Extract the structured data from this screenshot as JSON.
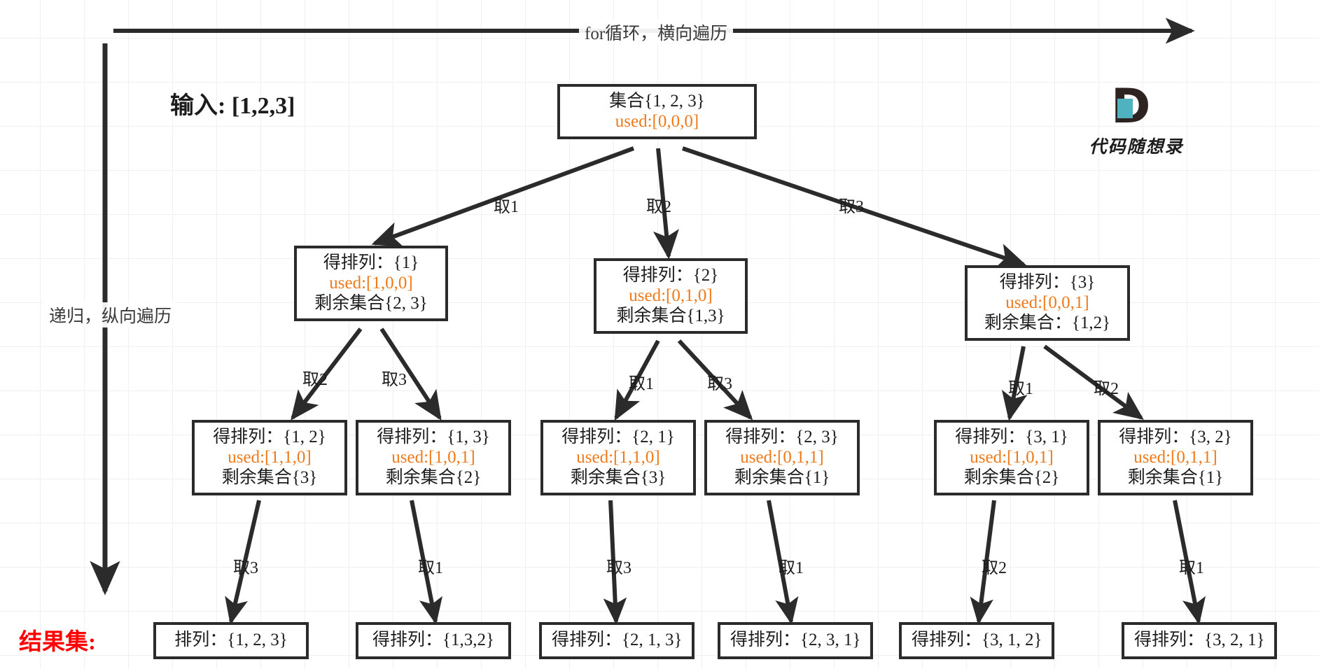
{
  "axes": {
    "horizontal_label": "for循环，横向遍历",
    "vertical_label": "递归，纵向遍历"
  },
  "input_label": "输入: [1,2,3]",
  "result_label": "结果集:",
  "logo": {
    "mark_letter": "D",
    "caption": "代码随想录"
  },
  "nodes": {
    "root": {
      "line1": "集合{1, 2, 3}",
      "used": "used:[0,0,0]",
      "line3": ""
    },
    "l2": [
      {
        "line1": "得排列：{1}",
        "used": "used:[1,0,0]",
        "line3": "剩余集合{2, 3}"
      },
      {
        "line1": "得排列：{2}",
        "used": "used:[0,1,0]",
        "line3": "剩余集合{1,3}"
      },
      {
        "line1": "得排列：{3}",
        "used": "used:[0,0,1]",
        "line3": "剩余集合：{1,2}"
      }
    ],
    "l3": [
      {
        "line1": "得排列：{1, 2}",
        "used": "used:[1,1,0]",
        "line3": "剩余集合{3}"
      },
      {
        "line1": "得排列：{1, 3}",
        "used": "used:[1,0,1]",
        "line3": "剩余集合{2}"
      },
      {
        "line1": "得排列：{2, 1}",
        "used": "used:[1,1,0]",
        "line3": "剩余集合{3}"
      },
      {
        "line1": "得排列：{2, 3}",
        "used": "used:[0,1,1]",
        "line3": "剩余集合{1}"
      },
      {
        "line1": "得排列：{3, 1}",
        "used": "used:[1,0,1]",
        "line3": "剩余集合{2}"
      },
      {
        "line1": "得排列：{3, 2}",
        "used": "used:[0,1,1]",
        "line3": "剩余集合{1}"
      }
    ],
    "leaves": [
      {
        "label": "排列：{1, 2, 3}"
      },
      {
        "label": "得排列：{1,3,2}"
      },
      {
        "label": "得排列：{2, 1, 3}"
      },
      {
        "label": "得排列：{2, 3, 1}"
      },
      {
        "label": "得排列：{3, 1, 2}"
      },
      {
        "label": "得排列：{3, 2, 1}"
      }
    ]
  },
  "edge_labels": {
    "level1": [
      "取1",
      "取2",
      "取3"
    ],
    "level2": [
      "取2",
      "取3",
      "取1",
      "取3",
      "取1",
      "取2"
    ],
    "level3": [
      "取3",
      "取1",
      "取3",
      "取1",
      "取2",
      "取1"
    ]
  },
  "colors": {
    "used_orange": "#f07a1a",
    "result_red": "#ff0000",
    "border_dark": "#2b2b2b",
    "logo_teal": "#4fb3bf"
  }
}
